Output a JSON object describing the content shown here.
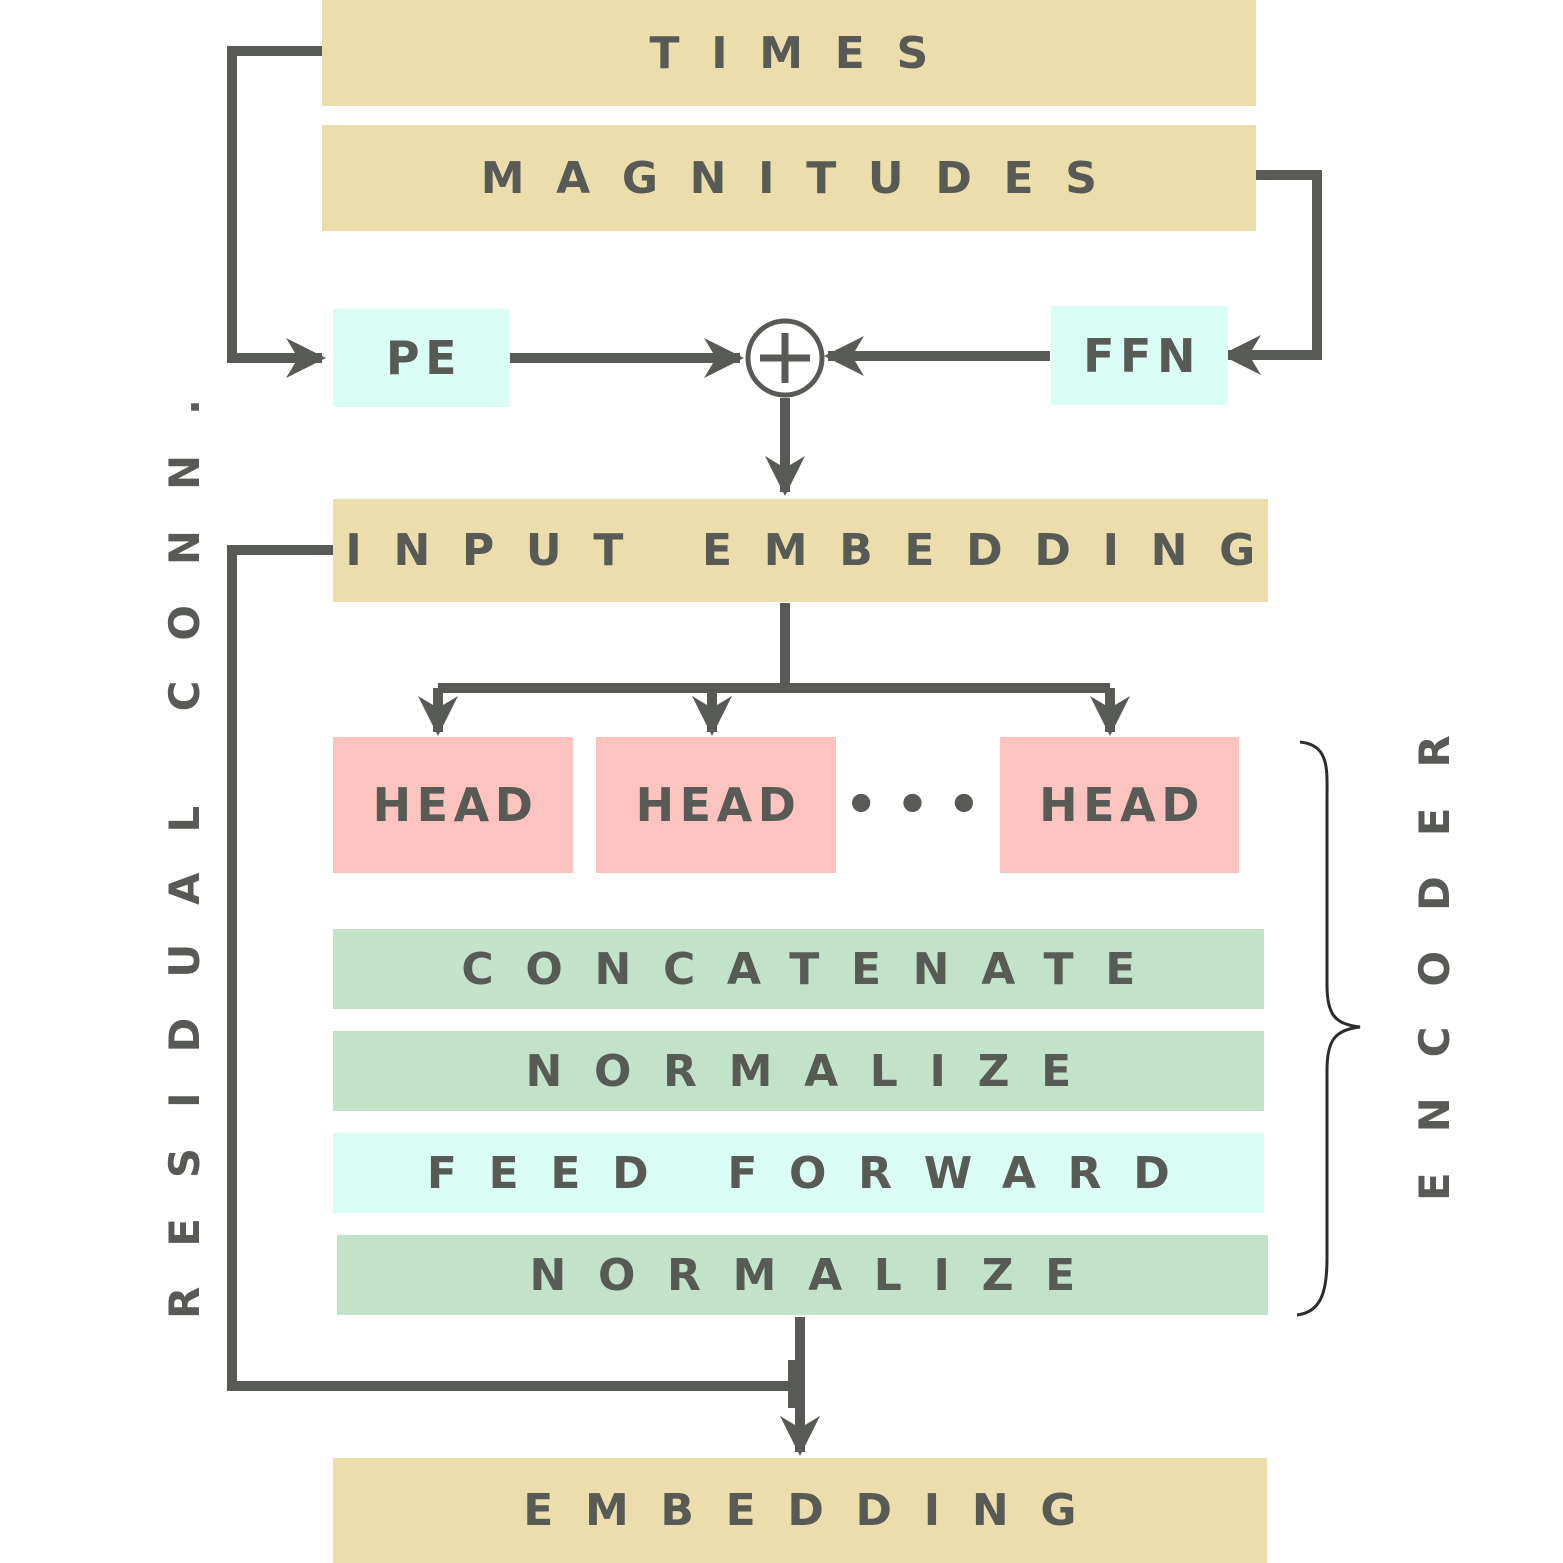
{
  "inputs": {
    "times": "TIMES",
    "magnitudes": "MAGNITUDES"
  },
  "encoders": {
    "pe": "PE",
    "ffn": "FFN",
    "sum_symbol": "+"
  },
  "input_embedding": "INPUT EMBEDDING",
  "heads": [
    "HEAD",
    "HEAD",
    "HEAD"
  ],
  "ellipsis": "• • •",
  "encoder_layers": {
    "concatenate": "CONCATENATE",
    "normalize_1": "NORMALIZE",
    "feed_forward": "FEED FORWARD",
    "normalize_2": "NORMALIZE"
  },
  "output": "EMBEDDING",
  "labels": {
    "residual": "RESIDUAL CONN.",
    "encoder": "ENCODER"
  },
  "colors": {
    "tan": "#ecdeac",
    "mint": "#dafdf5",
    "pink": "#fdc4bf",
    "green": "#c2e2ca",
    "wire": "#575a55"
  }
}
